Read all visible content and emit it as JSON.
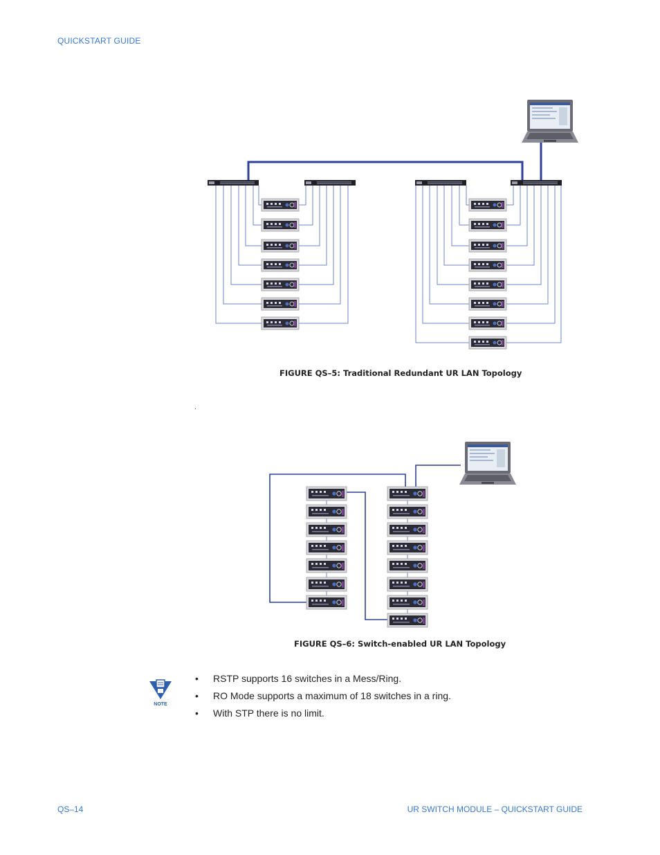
{
  "header": {
    "title": "QUICKSTART GUIDE"
  },
  "figure5": {
    "caption": "FIGURE QS–5: Traditional Redundant UR LAN Topology"
  },
  "separator": ".",
  "figure6": {
    "caption": "FIGURE QS–6: Switch-enabled UR LAN Topology"
  },
  "note": {
    "icon": "note-icon",
    "label": "NOTE",
    "bullets": [
      "RSTP supports 16 switches in a Mess/Ring.",
      "RO Mode supports a maximum of 18 switches in a ring.",
      "With STP there is no limit."
    ]
  },
  "footer": {
    "page_number": "QS–14",
    "doc_title": "UR SWITCH MODULE – QUICKSTART GUIDE"
  },
  "colors": {
    "accent": "#3a78c9",
    "link": "#2d3f99",
    "port_line": "#6f86c4",
    "relay_body": "#2b2b35"
  }
}
